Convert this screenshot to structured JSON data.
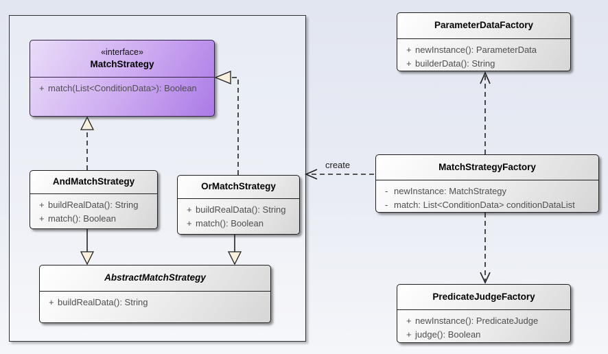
{
  "diagram": {
    "classes": {
      "matchStrategy": {
        "stereotype": "«interface»",
        "name": "MatchStrategy",
        "members": [
          {
            "vis": "+",
            "text": "match(List<ConditionData>): Boolean"
          }
        ]
      },
      "andMatchStrategy": {
        "name": "AndMatchStrategy",
        "members": [
          {
            "vis": "+",
            "text": "buildRealData(): String"
          },
          {
            "vis": "+",
            "text": "match(): Boolean"
          }
        ]
      },
      "orMatchStrategy": {
        "name": "OrMatchStrategy",
        "members": [
          {
            "vis": "+",
            "text": "buildRealData(): String"
          },
          {
            "vis": "+",
            "text": "match(): Boolean"
          }
        ]
      },
      "abstractMatchStrategy": {
        "name": "AbstractMatchStrategy",
        "members": [
          {
            "vis": "+",
            "text": "buildRealData(): String"
          }
        ]
      },
      "parameterDataFactory": {
        "name": "ParameterDataFactory",
        "members": [
          {
            "vis": "+",
            "text": "newInstance(): ParameterData"
          },
          {
            "vis": "+",
            "text": "builderData(): String"
          }
        ]
      },
      "matchStrategyFactory": {
        "name": "MatchStrategyFactory",
        "members": [
          {
            "vis": "-",
            "text": "newInstance: MatchStrategy"
          },
          {
            "vis": "-",
            "text": "match: List<ConditionData> conditionDataList"
          }
        ]
      },
      "predicateJudgeFactory": {
        "name": "PredicateJudgeFactory",
        "members": [
          {
            "vis": "+",
            "text": "newInstance(): PredicateJudge"
          },
          {
            "vis": "+",
            "text": "judge(): Boolean"
          }
        ]
      }
    },
    "relations": {
      "create_label": "create"
    },
    "colors": {
      "interface_fill": "#aa7be6",
      "class_fill": "#e0e0e0",
      "triangle_fill": "#f8efdc",
      "background_top": "#e2e6f1",
      "background_bottom": "#f5f6fa"
    }
  }
}
